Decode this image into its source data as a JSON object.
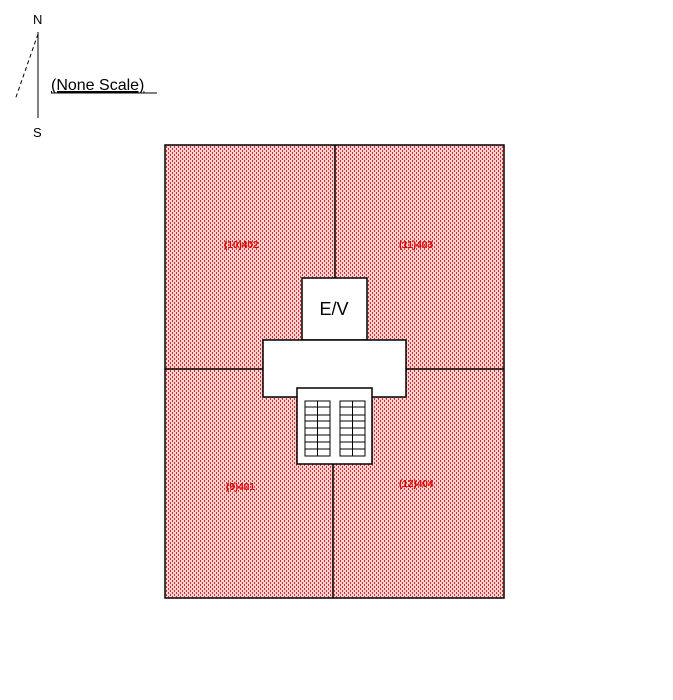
{
  "compass": {
    "north": "N",
    "south": "S"
  },
  "scale_note": "(None Scale)",
  "core": {
    "elevator_label": "E/V"
  },
  "units": [
    {
      "label": "(10)402"
    },
    {
      "label": "(11)403"
    },
    {
      "label": "(9)401"
    },
    {
      "label": "(12)404"
    }
  ],
  "colors": {
    "unit_fill": "#f2c6c6",
    "unit_hatch": "#d80000",
    "wall": "#000000",
    "label": "#e00000"
  }
}
